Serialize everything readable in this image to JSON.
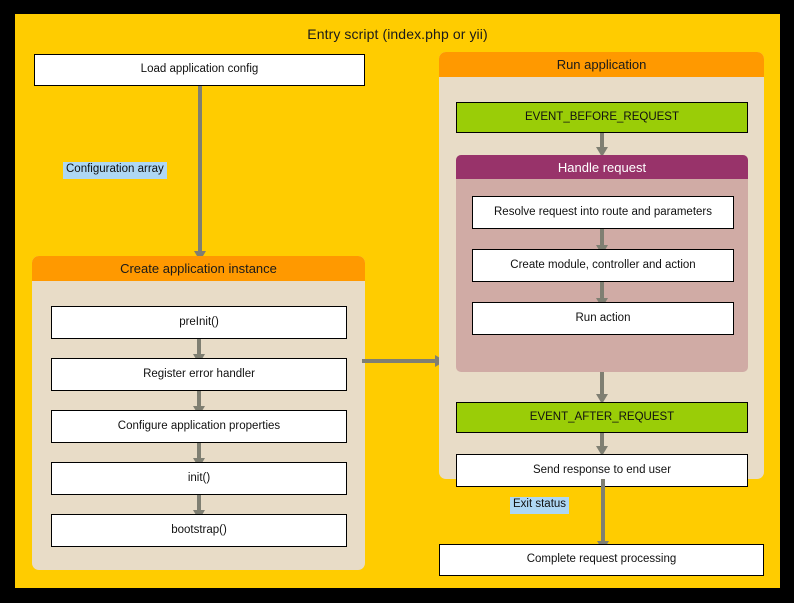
{
  "diagram": {
    "title": "Entry script (index.php or yii)",
    "colors": {
      "entry_panel": "#FFCC00",
      "group_header": "#FF9900",
      "group_body": "#E8DCC7",
      "subgroup_header": "#98336A",
      "subgroup_body": "#D0ABA5",
      "event_box": "#9ACD07",
      "process_box": "#FFFFFF",
      "arrow": "#7F7F72",
      "edge_label": "#AED7F4",
      "backdrop": "#000000"
    },
    "left_column": {
      "load_config": "Load application config",
      "edge_label_config": "Configuration array",
      "create_instance_group": {
        "header": "Create application instance",
        "steps": [
          "preInit()",
          "Register error handler",
          "Configure application properties",
          "init()",
          "bootstrap()"
        ]
      }
    },
    "right_column": {
      "run_application_group": {
        "header": "Run application",
        "event_before_request": "EVENT_BEFORE_REQUEST",
        "handle_request_subgroup": {
          "header": "Handle request",
          "steps": [
            "Resolve request into route and parameters",
            "Create module, controller and action",
            "Run action"
          ]
        },
        "event_after_request": "EVENT_AFTER_REQUEST",
        "send_response": "Send response to end user"
      },
      "edge_label_exit": "Exit status",
      "complete_request": "Complete request processing"
    }
  }
}
